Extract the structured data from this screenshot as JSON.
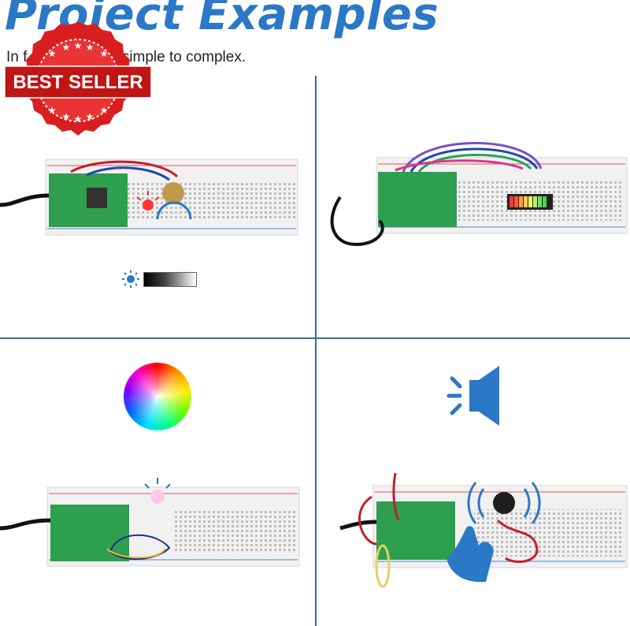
{
  "header": {
    "title": "Project Examples",
    "subtitle": "In                    f projects from simple to complex."
  },
  "badge": {
    "label": "BEST SELLER",
    "color": "#e02020"
  },
  "colors": {
    "accent": "#2a78c6",
    "divider": "#3d6a8c",
    "board_green": "#2e9e4f"
  },
  "panels": [
    {
      "name": "potentiometer-led-project",
      "icons": [
        "brightness-icon",
        "gradient-bar"
      ]
    },
    {
      "name": "led-bar-graph-project",
      "icons": []
    },
    {
      "name": "rgb-led-project",
      "icons": [
        "color-wheel-icon"
      ]
    },
    {
      "name": "buzzer-touch-project",
      "icons": [
        "speaker-icon",
        "touch-hand-icon"
      ]
    }
  ]
}
